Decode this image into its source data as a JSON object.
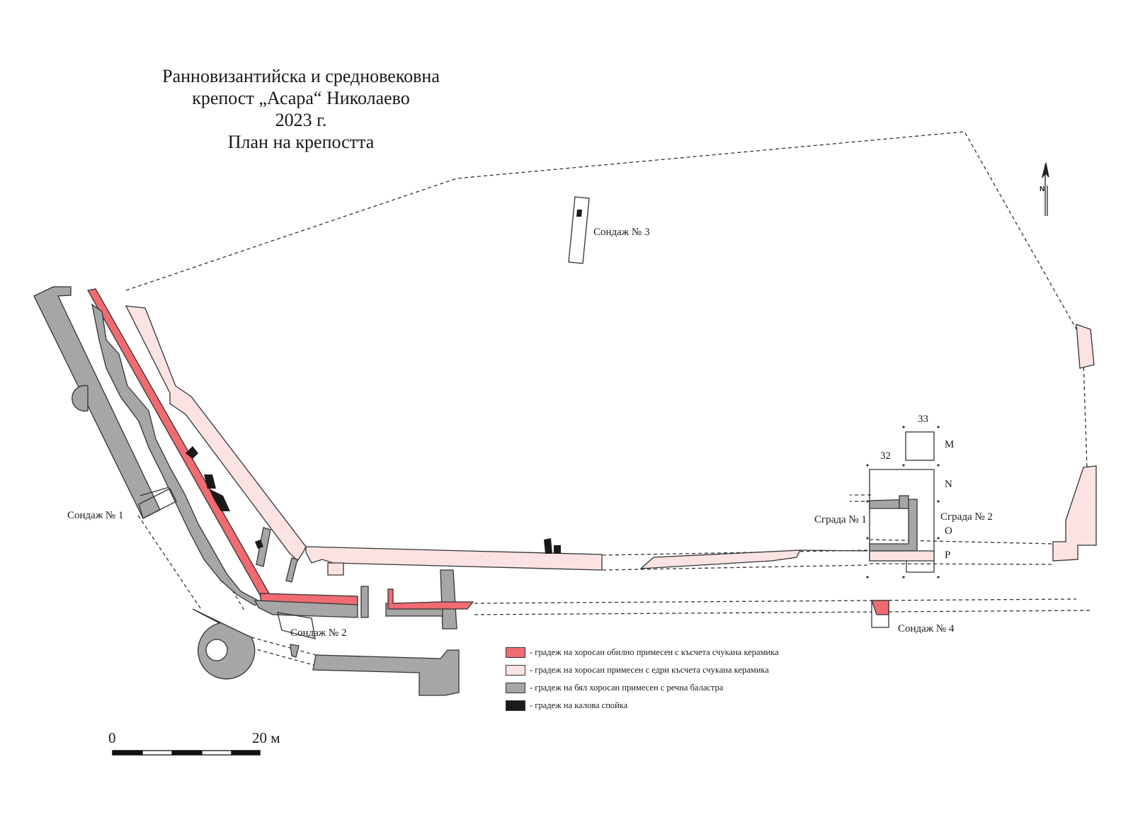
{
  "title": {
    "line1": "Ранновизантийска и средновековна",
    "line2": "крепост „Асара“ Николаево",
    "line3": "2023 г.",
    "line4": "План на крепостта"
  },
  "labels": {
    "sondazh1": "Сондаж № 1",
    "sondazh2": "Сондаж № 2",
    "sondazh3": "Сондаж № 3",
    "sondazh4": "Сондаж № 4",
    "sgrada1": "Сграда № 1",
    "sgrada2": "Сграда № 2",
    "grid_32": "32",
    "grid_33": "33",
    "row_M": "M",
    "row_N": "N",
    "row_O": "O",
    "row_P": "P"
  },
  "legend": [
    {
      "color": "#f06b72",
      "text": "- градеж на хоросан обилно примесен с късчета счукана керамика"
    },
    {
      "color": "#fbe3e3",
      "text": "- градеж на хоросан примесен с едри късчета счукана керамика"
    },
    {
      "color": "#a6a6a6",
      "text": "- градеж на бял хоросан примесен с речна баластра"
    },
    {
      "color": "#1a1a1a",
      "text": "- градеж на калова спойка"
    }
  ],
  "scale": {
    "start": "0",
    "end": "20 м"
  },
  "north": "N",
  "colors": {
    "red_mortar": "#f06b72",
    "pink_mortar": "#fbe3e3",
    "gray_mortar": "#a6a6a6",
    "mud_mortar": "#1a1a1a",
    "outline": "#333333"
  }
}
